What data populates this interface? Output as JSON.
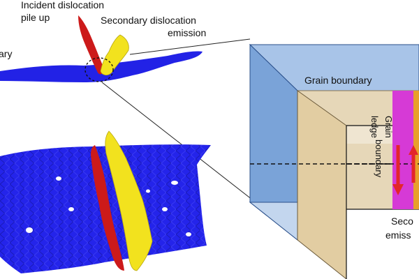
{
  "labels": {
    "incident_line1": "Incident dislocation",
    "incident_line2": "pile up",
    "secondary_line1": "Secondary dislocation",
    "secondary_line2": "emission",
    "left_cut": "ary",
    "grain_boundary": "Grain boundary",
    "gb_ledge_line1": "Grain",
    "gb_ledge_line2": "boundary",
    "gb_ledge_line3": "ledge",
    "secondary_cut_line1": "Seco",
    "secondary_cut_line2": "emiss"
  },
  "colors": {
    "slab_blue": "#2222e6",
    "incident_red": "#cc1a1a",
    "secondary_yellow": "#f2e21e",
    "box_blue": "#7aa3d8",
    "grain_tan": "#e2cda2",
    "ledge_magenta": "#d63ad6",
    "ledge_orange": "#e8a02a",
    "arrow_red": "#e3262b"
  }
}
